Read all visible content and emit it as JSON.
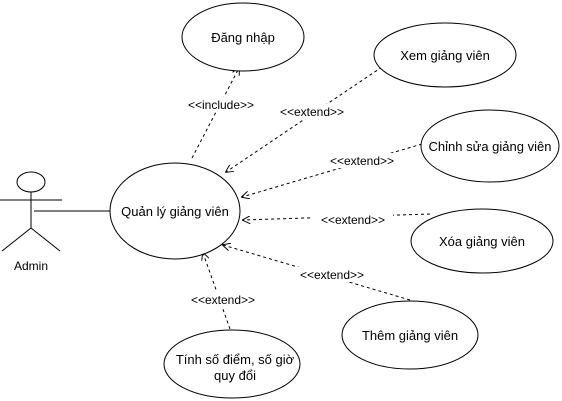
{
  "actor": {
    "name": "Admin",
    "icon": "stick-figure-icon"
  },
  "use_cases": {
    "main": "Quản lý giảng viên",
    "login": "Đăng nhập",
    "view": "Xem giảng viên",
    "edit": "Chỉnh sửa giảng viên",
    "delete": "Xóa giảng viên",
    "add": "Thêm giảng viên",
    "compute_line1": "Tính số điểm, số giờ",
    "compute_line2": "quy đổi"
  },
  "relations": {
    "include_login": "<<include>>",
    "extend_view": "<<extend>>",
    "extend_edit": "<<extend>>",
    "extend_delete": "<<extend>>",
    "extend_add": "<<extend>>",
    "extend_compute": "<<extend>>"
  },
  "colors": {
    "line": "#000000",
    "fill": "#ffffff",
    "background": "#ffffff"
  }
}
